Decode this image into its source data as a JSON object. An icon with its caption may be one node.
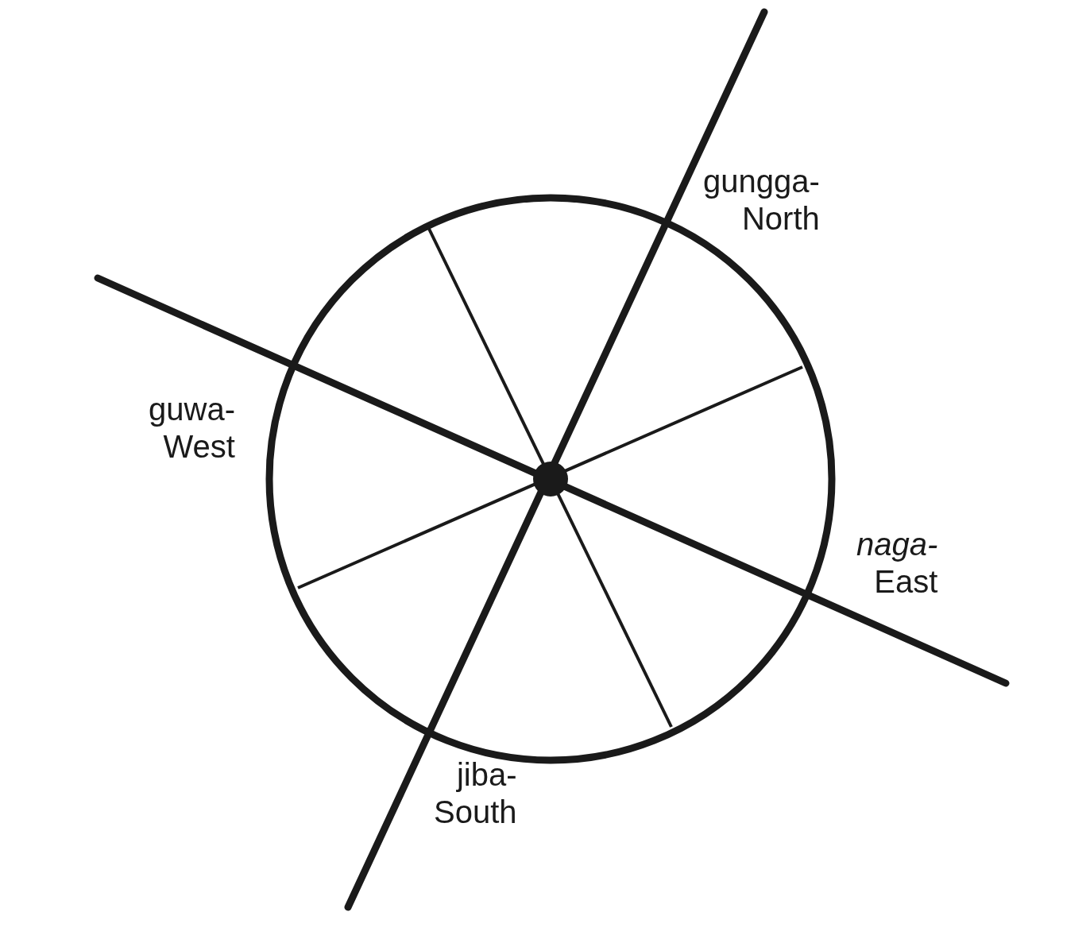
{
  "diagram": {
    "labels": [
      "gungga- North",
      "guwa- West",
      "*naga-* East",
      "jiba- South"
    ]
  }
}
